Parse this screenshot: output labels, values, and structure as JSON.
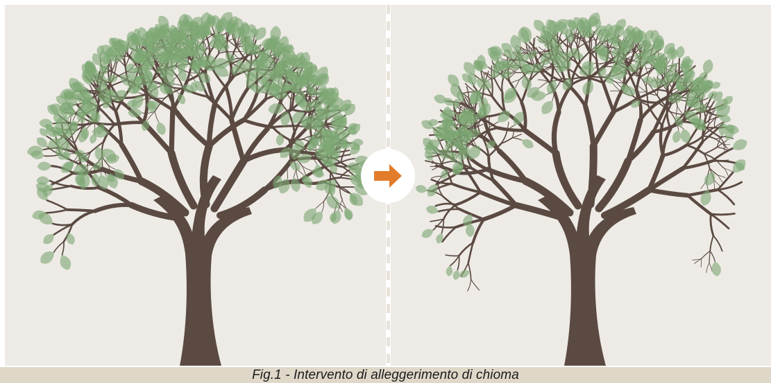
{
  "figure": {
    "caption": "Fig.1 - Intervento di alleggerimento di chioma"
  },
  "colors": {
    "background": "#eeebe6",
    "trunk": "#5b4a42",
    "leaf": "#7ea874",
    "leaf_opacity": 0.62,
    "arrow": "#e37c2a",
    "caption_bar": "#dfd8c9"
  },
  "panels": [
    {
      "name": "dense-crown",
      "leaf_density": "high"
    },
    {
      "name": "thinned-crown",
      "leaf_density": "reduced"
    }
  ],
  "icons": {
    "transition_arrow": "right-arrow-icon"
  }
}
